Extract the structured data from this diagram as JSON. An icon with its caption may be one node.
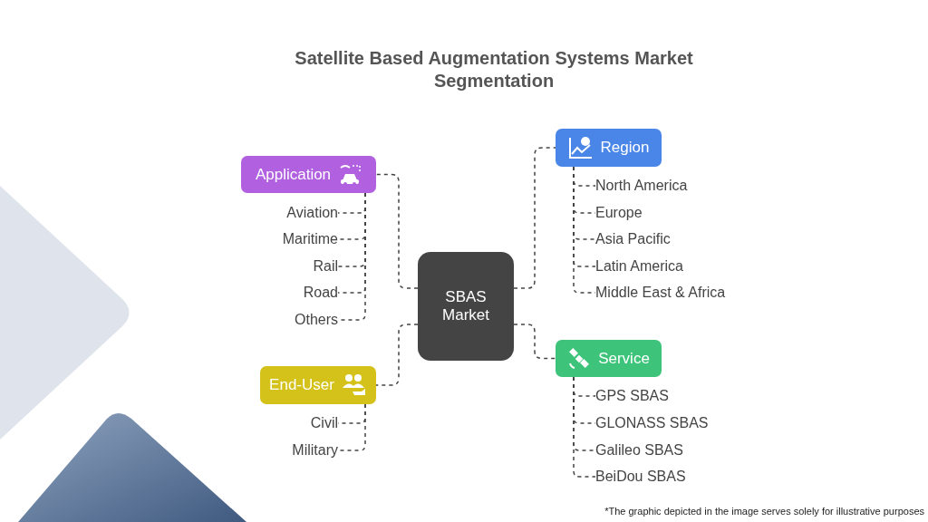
{
  "diagram": {
    "title": "Satellite Based Augmentation Systems Market Segmentation",
    "nodes": [
      {
        "text": [
          "Application"
        ]
      },
      {
        "text": [
          "Aviation"
        ]
      },
      {
        "text": [
          "Maritime"
        ]
      },
      {
        "text": [
          "Rail"
        ]
      },
      {
        "text": [
          "Road"
        ]
      },
      {
        "text": [
          "Others"
        ]
      },
      {
        "text": [
          "Region"
        ]
      },
      {
        "text": [
          "North America"
        ]
      },
      {
        "text": [
          "Europe"
        ]
      },
      {
        "text": [
          "Asia Pacific"
        ]
      },
      {
        "text": [
          "Latin America"
        ]
      },
      {
        "text": [
          "Middle East & Africa"
        ]
      },
      {
        "text": [
          "SBAS Market"
        ]
      },
      {
        "text": [
          "End-User"
        ]
      },
      {
        "text": [
          "Civil"
        ]
      },
      {
        "text": [
          "Military"
        ]
      },
      {
        "text": [
          "Service"
        ]
      },
      {
        "text": [
          "GPS SBAS"
        ]
      },
      {
        "text": [
          "GLONASS SBAS"
        ]
      },
      {
        "text": [
          "Galileo SBAS"
        ]
      },
      {
        "text": [
          "BeiDou SBAS"
        ]
      }
    ],
    "edges": [
      {
        "from": 12,
        "to": 0,
        "arrow": "none",
        "style": "dashed"
      },
      {
        "from": 12,
        "to": 6,
        "arrow": "none",
        "style": "dashed"
      },
      {
        "from": 12,
        "to": 13,
        "arrow": "none",
        "style": "dashed"
      },
      {
        "from": 12,
        "to": 16,
        "arrow": "none",
        "style": "dashed"
      },
      {
        "from": 0,
        "to": 1,
        "arrow": "none",
        "style": "dashed"
      },
      {
        "from": 0,
        "to": 2,
        "arrow": "none",
        "style": "dashed"
      },
      {
        "from": 0,
        "to": 3,
        "arrow": "none",
        "style": "dashed"
      },
      {
        "from": 0,
        "to": 4,
        "arrow": "none",
        "style": "dashed"
      },
      {
        "from": 0,
        "to": 5,
        "arrow": "none",
        "style": "dashed"
      },
      {
        "from": 6,
        "to": 7,
        "arrow": "none",
        "style": "dashed"
      },
      {
        "from": 6,
        "to": 8,
        "arrow": "none",
        "style": "dashed"
      },
      {
        "from": 6,
        "to": 9,
        "arrow": "none",
        "style": "dashed"
      },
      {
        "from": 6,
        "to": 10,
        "arrow": "none",
        "style": "dashed"
      },
      {
        "from": 6,
        "to": 11,
        "arrow": "none",
        "style": "dashed"
      },
      {
        "from": 13,
        "to": 14,
        "arrow": "none",
        "style": "dashed"
      },
      {
        "from": 13,
        "to": 15,
        "arrow": "none",
        "style": "dashed"
      },
      {
        "from": 16,
        "to": 17,
        "arrow": "none",
        "style": "dashed"
      },
      {
        "from": 16,
        "to": 18,
        "arrow": "none",
        "style": "dashed"
      },
      {
        "from": 16,
        "to": 19,
        "arrow": "none",
        "style": "dashed"
      },
      {
        "from": 16,
        "to": 20,
        "arrow": "none",
        "style": "dashed"
      }
    ],
    "labels": [
      "*The graphic depicted in the image serves solely for illustrative purposes"
    ]
  }
}
